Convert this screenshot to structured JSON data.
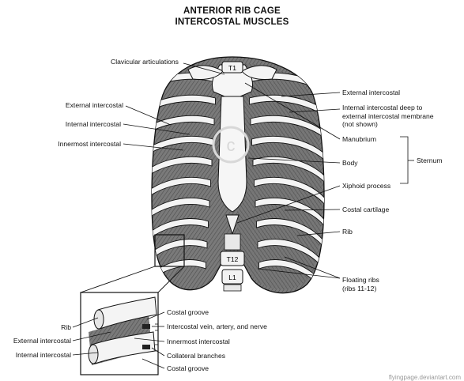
{
  "title": {
    "line1": "ANTERIOR RIB CAGE",
    "line2": "INTERCOSTAL MUSCLES"
  },
  "vertebrae": {
    "t1": "T1",
    "t12": "T12",
    "l1": "L1"
  },
  "labels_left": {
    "clavicular": "Clavicular articulations",
    "external_intercostal": "External intercostal",
    "internal_intercostal": "Internal intercostal",
    "innermost_intercostal": "Innermost intercostal"
  },
  "labels_right": {
    "external_intercostal": "External intercostal",
    "internal_deep": "Internal intercostal deep to external intercostal membrane (not shown)",
    "manubrium": "Manubrium",
    "body": "Body",
    "xiphoid": "Xiphoid process",
    "sternum": "Sternum",
    "costal_cartilage": "Costal cartilage",
    "rib": "Rib",
    "floating_ribs": "Floating ribs",
    "floating_ribs_note": "(ribs 11-12)"
  },
  "inset_labels": {
    "rib": "Rib",
    "external_intercostal": "External intercostal",
    "internal_intercostal": "Internal intercostal",
    "costal_groove_top": "Costal groove",
    "vessels": "Intercostal vein, artery, and nerve",
    "innermost_intercostal": "Innermost intercostal",
    "collateral": "Collateral branches",
    "costal_groove_bottom": "Costal groove"
  },
  "watermark": "flyingpage.deviantart.com",
  "colors": {
    "muscle": "#6e6e6e",
    "muscle_dark": "#4a4a4a",
    "bone": "#f4f4f4",
    "line": "#111111"
  }
}
